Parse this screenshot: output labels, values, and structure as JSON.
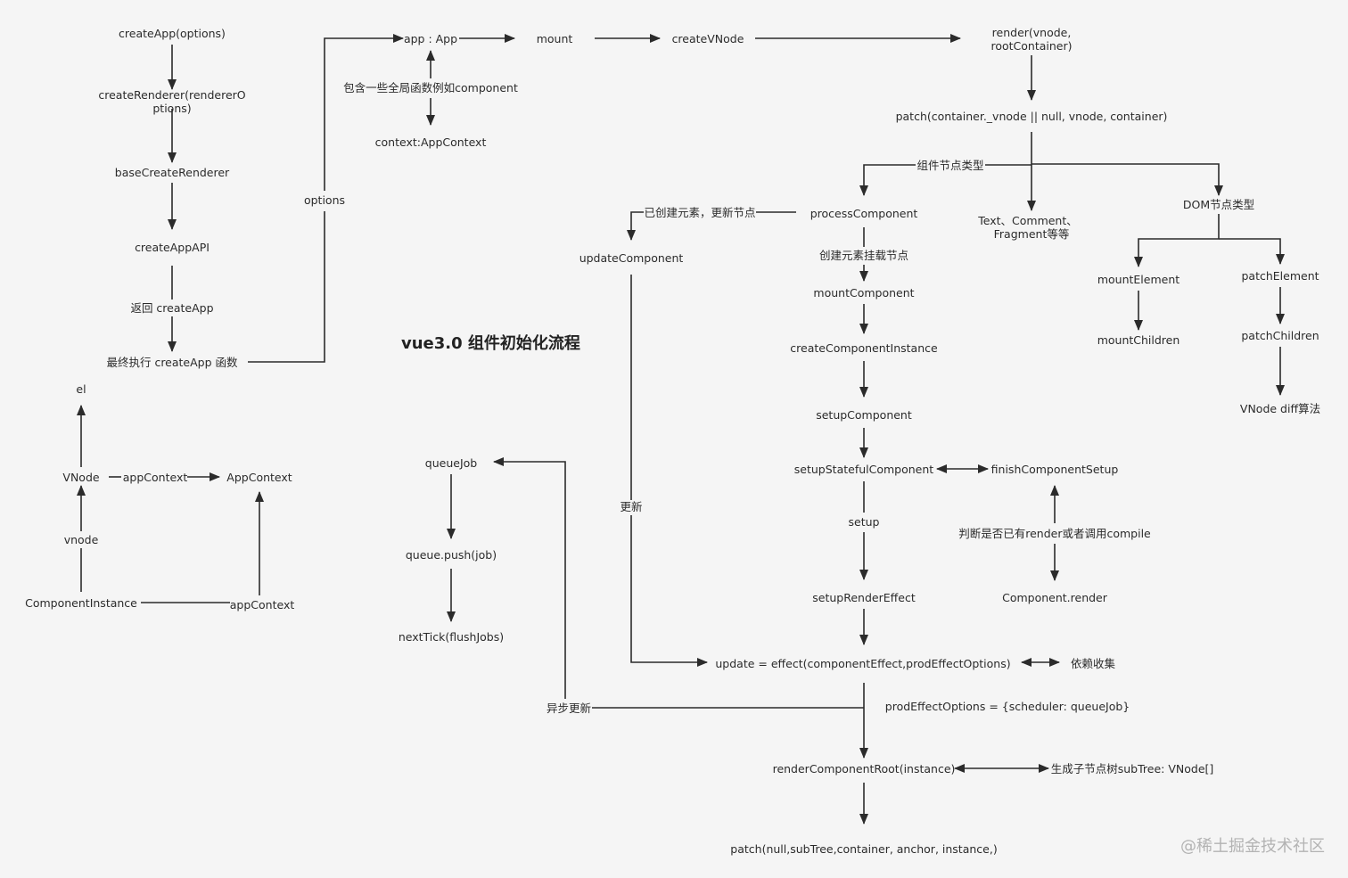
{
  "title": "vue3.0 组件初始化流程",
  "watermark": "@稀土掘金技术社区",
  "nodes": {
    "createApp_options": "createApp(options)",
    "createRenderer_1": "createRenderer(rendererO",
    "createRenderer_2": "ptions)",
    "baseCreateRenderer": "baseCreateRenderer",
    "createAppAPI": "createAppAPI",
    "final_createApp": "最终执行 createApp 函数",
    "app": "app : App",
    "mount": "mount",
    "createVNode": "createVNode",
    "render_1": "render(vnode,",
    "render_2": "rootContainer)",
    "context": "context:AppContext",
    "patch_container": "patch(container._vnode || null, vnode, container)",
    "processComponent": "processComponent",
    "text_comment_1": "Text、Comment、",
    "text_comment_2": "Fragment等等",
    "dom_type": "DOM节点类型",
    "updateComponent": "updateComponent",
    "mountComponent": "mountComponent",
    "mountElement": "mountElement",
    "patchElement": "patchElement",
    "mountChildren": "mountChildren",
    "patchChildren": "patchChildren",
    "createComponentInstance": "createComponentInstance",
    "vnode_diff": "VNode diff算法",
    "setupComponent": "setupComponent",
    "setupStatefulComponent": "setupStatefulComponent",
    "finishComponentSetup": "finishComponentSetup",
    "setup": "setup",
    "componentRender": "Component.render",
    "setupRenderEffect": "setupRenderEffect",
    "update_effect": "update = effect(componentEffect,prodEffectOptions)",
    "dep_collect": "依赖收集",
    "prod_options": "prodEffectOptions = {scheduler: queueJob}",
    "renderComponentRoot": "renderComponentRoot(instance)",
    "gen_subtree": "生成子节点树subTree: VNode[]",
    "patch_null": "patch(null,subTree,container, anchor, instance,)",
    "el": "el",
    "VNode": "VNode",
    "AppContext": "AppContext",
    "vnode_lower": "vnode",
    "ComponentInstance": "ComponentInstance",
    "queueJob": "queueJob",
    "queue_push": "queue.push(job)",
    "nextTick": "nextTick(flushJobs)"
  },
  "edge_labels": {
    "return_createApp": "返回 createApp",
    "options": "options",
    "contains_global": "包含一些全局函数例如component",
    "component_type": "组件节点类型",
    "created_update": "已创建元素，更新节点",
    "create_mount": "创建元素挂载节点",
    "update": "更新",
    "judge_render": "判断是否已有render或者调用compile",
    "async_update": "异步更新",
    "appContext_a": "appContext",
    "appContext_b": "appContext"
  }
}
